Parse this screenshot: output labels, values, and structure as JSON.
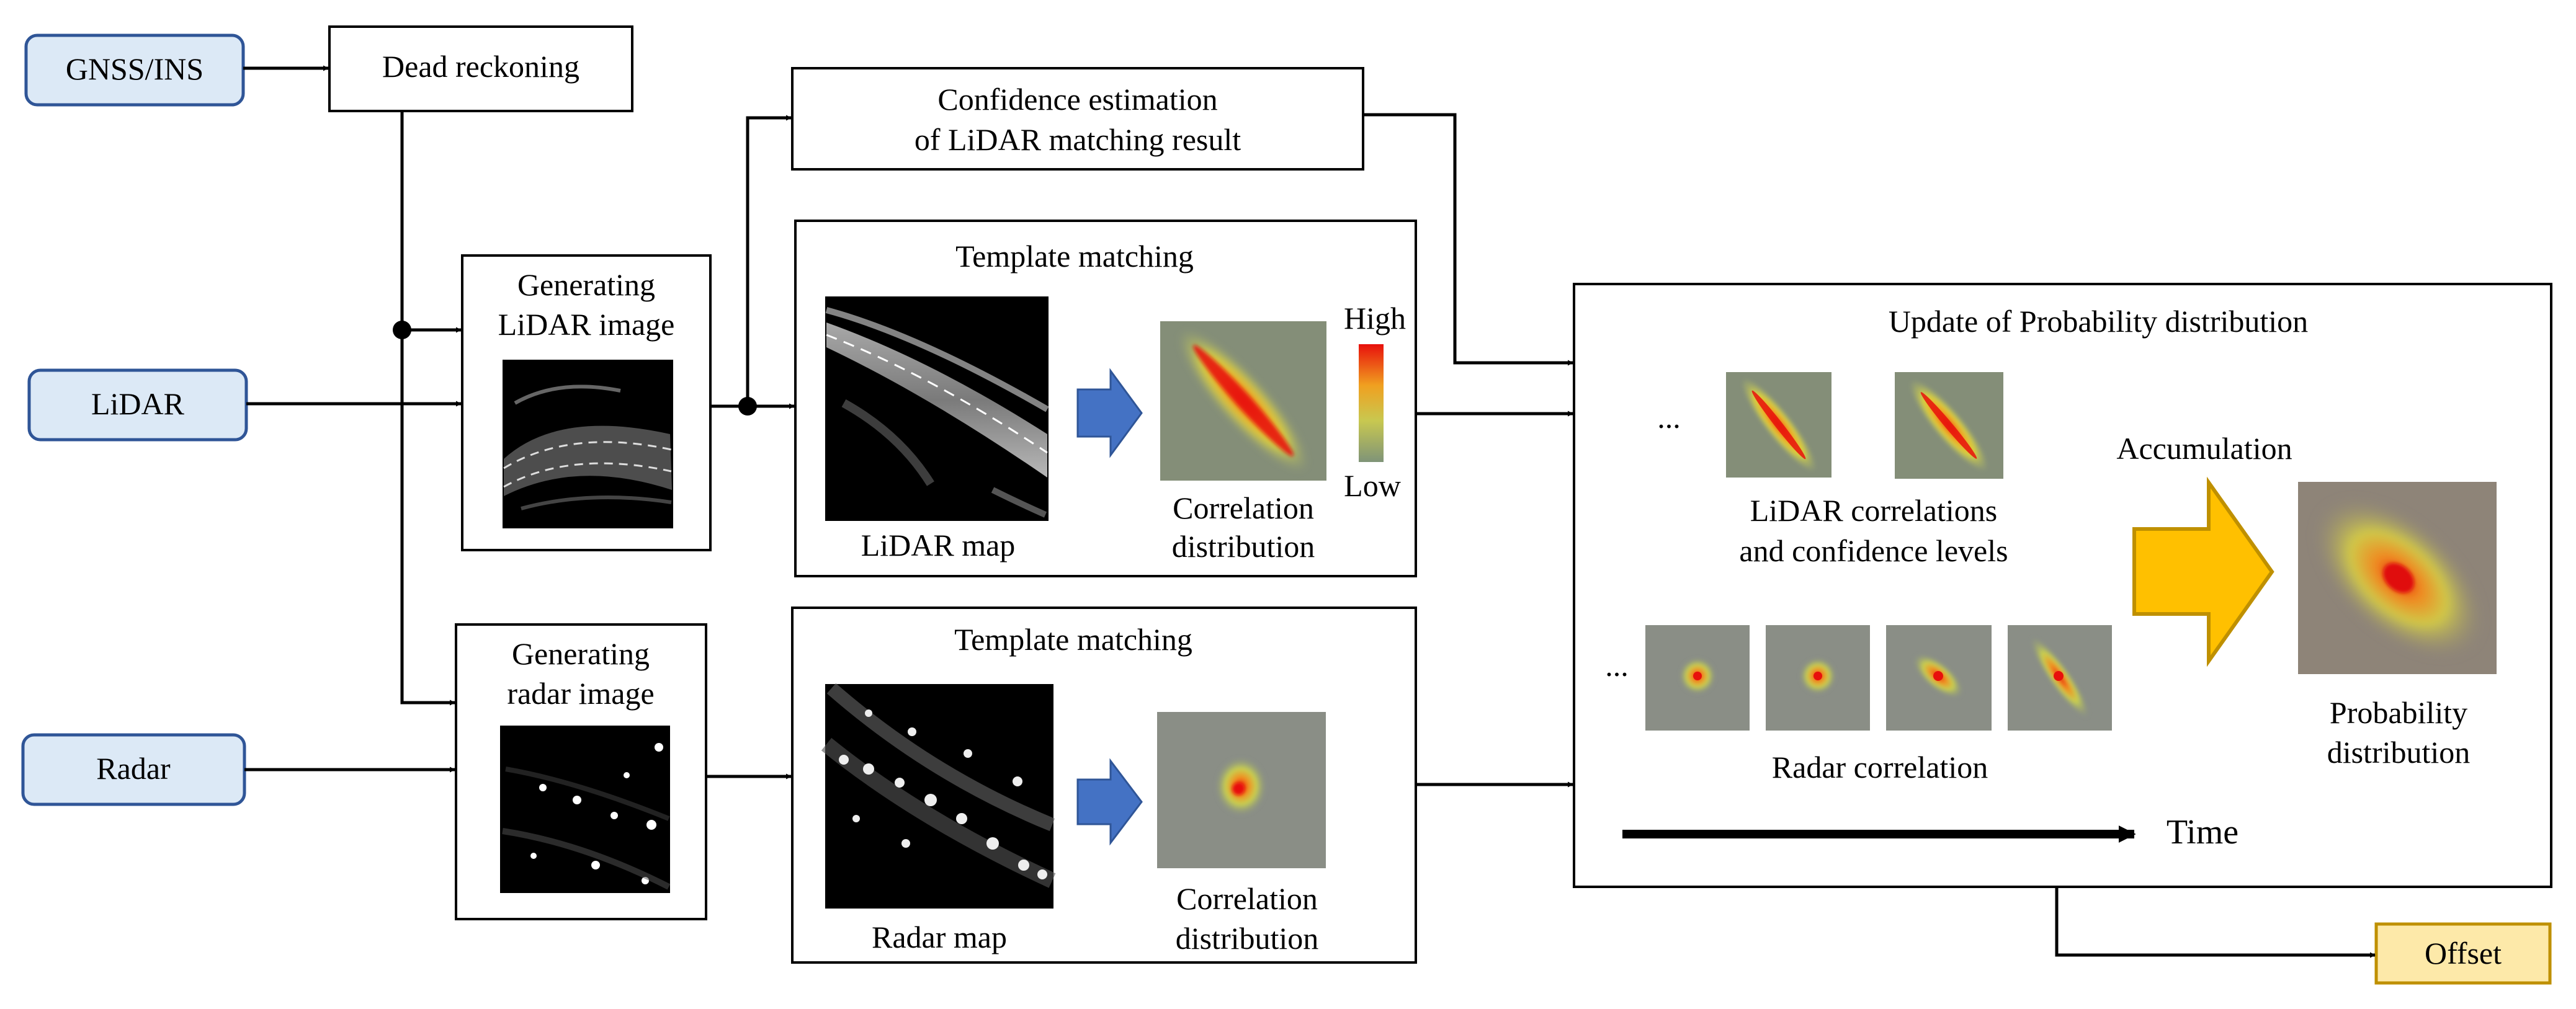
{
  "inputs": {
    "gnss": "GNSS/INS",
    "lidar": "LiDAR",
    "radar": "Radar"
  },
  "dead_reckoning": "Dead reckoning",
  "confidence": {
    "line1": "Confidence estimation",
    "line2": "of LiDAR matching result"
  },
  "gen_lidar": {
    "line1": "Generating",
    "line2": "LiDAR image"
  },
  "gen_radar": {
    "line1": "Generating",
    "line2": "radar image"
  },
  "tm_lidar": {
    "title": "Template matching",
    "map_label": "LiDAR map",
    "corr_line1": "Correlation",
    "corr_line2": "distribution",
    "scale_high": "High",
    "scale_low": "Low"
  },
  "tm_radar": {
    "title": "Template matching",
    "map_label": "Radar map",
    "corr_line1": "Correlation",
    "corr_line2": "distribution"
  },
  "update": {
    "title": "Update of Probability distribution",
    "ellipsis": "...",
    "lidar_line1": "LiDAR correlations",
    "lidar_line2": "and confidence levels",
    "radar_label": "Radar correlation",
    "accumulation": "Accumulation",
    "prob_line1": "Probability",
    "prob_line2": "distribution",
    "time": "Time"
  },
  "offset": "Offset",
  "colors": {
    "input_fill": "#dce9f6",
    "input_stroke": "#2f5597",
    "offset_fill": "#fde9a9",
    "offset_stroke": "#bf9000",
    "blue_arrow": "#4472c4",
    "accum_arrow": "#ffc000",
    "accum_stroke": "#bf9000",
    "corr_bg": "#848e78",
    "corr_peak": "#e8100c"
  }
}
